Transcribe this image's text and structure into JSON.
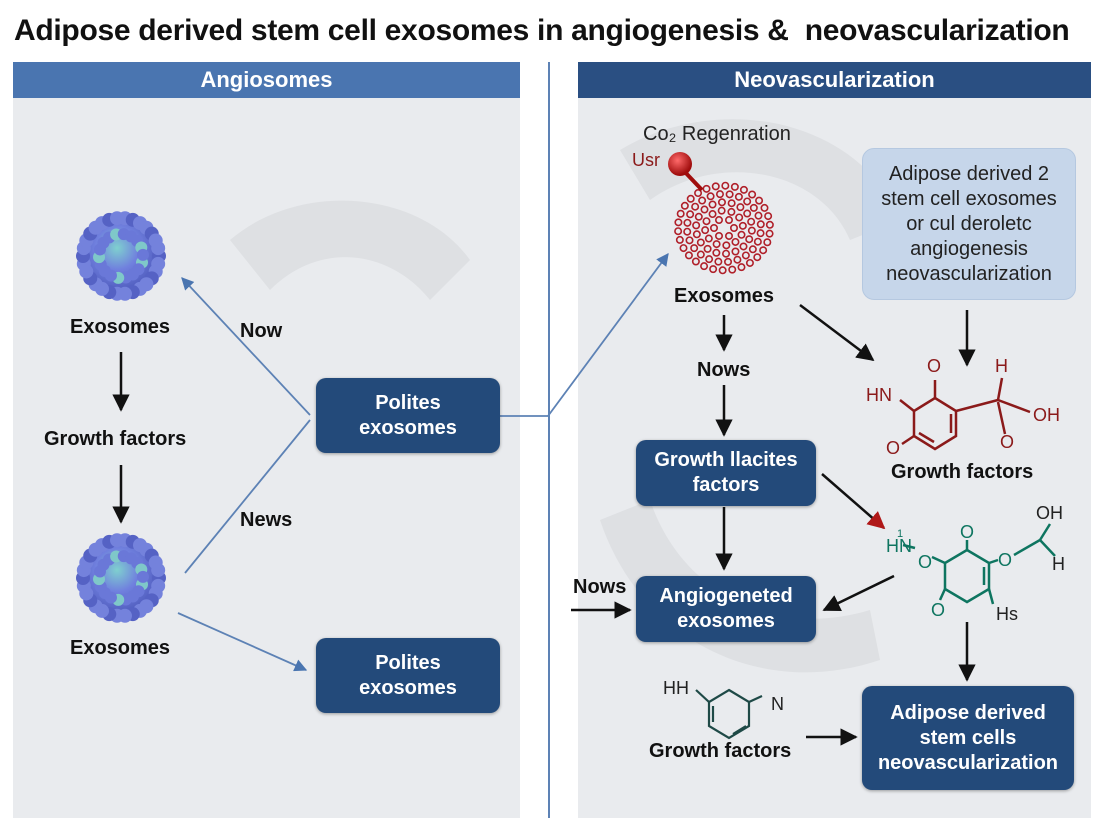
{
  "title": "Adipose derived stem cell exosomes in angiogenesis &  neovascularization",
  "colors": {
    "panel_header": "#4a75b0",
    "panel_header_right": "#2a4f82",
    "box": "#234a7a",
    "panel_bg": "#e9ebee",
    "light_box": "#c6d6ea",
    "chem_red": "#8b1a1a",
    "chem_green": "#0e7560",
    "cluster_blue": "#6b78d6"
  },
  "left_panel": {
    "header": "Angiosomes",
    "nodes": {
      "exosomes_top": "Exosomes",
      "growth_factors": "Growth factors",
      "exosomes_bottom": "Exosomes"
    },
    "arrow_labels": {
      "now": "Now",
      "news": "News"
    },
    "boxes": {
      "polites_top": [
        "Polites",
        "exosomes"
      ],
      "polites_bottom": [
        "Polites",
        "exosomes"
      ]
    }
  },
  "right_panel": {
    "header": "Neovascularization",
    "regeneration_label": "Co₂ Regenration",
    "usr_label": "Usr",
    "exosomes_label": "Exosomes",
    "nows_top": "Nows",
    "nows_left": "Nows",
    "info_box": [
      "Adipose derived 2",
      "stem cell exosomes",
      "or cul deroletc",
      "angiogenesis",
      "neovascularization"
    ],
    "growth_box": [
      "Growth llacites",
      "factors"
    ],
    "angio_box": [
      "Angiogeneted",
      "exosomes"
    ],
    "adipose_box": [
      "Adipose derived",
      "stem cells",
      "neovascularization"
    ],
    "growth_factors_top": "Growth factors",
    "growth_factors_bottom": "Growth factors",
    "chem_red": {
      "o_top": "O",
      "h_top": "H",
      "hn": "HN",
      "oh": "OH",
      "o_left": "O",
      "o_bottom": "O"
    },
    "chem_green": {
      "oh": "OH",
      "hn": "HN",
      "h_sup": "1",
      "o_top": "O",
      "o_left": "O",
      "o_right": "O",
      "h": "H",
      "o_bottom": "O",
      "hs": "Hs"
    },
    "chem_small": {
      "hh": "HH",
      "n": "N"
    }
  }
}
